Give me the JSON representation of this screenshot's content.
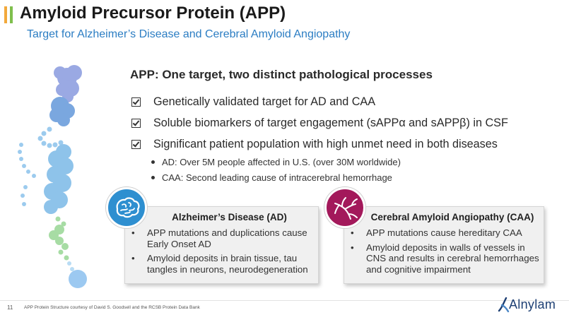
{
  "header": {
    "title": "Amyloid Precursor Protein (APP)",
    "subtitle": "Target for Alzheimer’s Disease and Cerebral Amyloid Angiopathy"
  },
  "main": {
    "heading": "APP: One target, two distinct pathological processes",
    "checklist": [
      "Genetically validated target for AD and CAA",
      "Soluble biomarkers of target engagement (sAPPα and sAPPβ) in CSF",
      "Significant patient population with high unmet need in both diseases"
    ],
    "sub_bullets": [
      "AD: Over 5M people affected in U.S. (over 30M worldwide)",
      "CAA: Second leading cause of intracerebral hemorrhage"
    ]
  },
  "cards": [
    {
      "title": "Alzheimer’s Disease (AD)",
      "icon": "brain-icon",
      "items": [
        "APP mutations and duplications cause Early Onset AD",
        "Amyloid deposits in brain tissue, tau tangles in neurons, neurodegeneration"
      ]
    },
    {
      "title": "Cerebral Amyloid Angiopathy (CAA)",
      "icon": "blood-vessel-icon",
      "items": [
        "APP mutations cause hereditary CAA",
        "Amyloid deposits in walls of vessels in CNS and results in cerebral hemorrhages and cognitive impairment"
      ]
    }
  ],
  "bullet_char": "•",
  "footer": {
    "page_number": "11",
    "credit": "APP Protein Structure courtesy of David S. Goodsell and the RCSB Protein Data Bank",
    "logo_text": "Alnylam"
  },
  "colors": {
    "title_blue": "#2b7dc3",
    "ad_badge": "#2e8fd0",
    "caa_badge": "#a3195b",
    "accent_orange": "#f2a93b",
    "accent_green": "#7fbf4d",
    "logo_navy": "#1d3f73"
  }
}
